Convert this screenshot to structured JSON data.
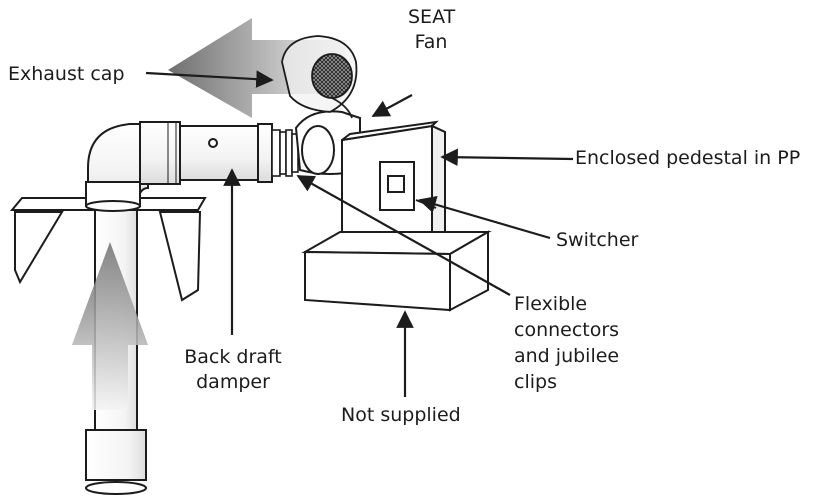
{
  "labels": {
    "exhaust_cap": "Exhaust cap",
    "seat_fan_line1": "SEAT",
    "seat_fan_line2": "Fan",
    "enclosed_pedestal": "Enclosed pedestal in PP",
    "switcher": "Switcher",
    "flexible_line1": "Flexible",
    "flexible_line2": "connectors",
    "flexible_line3": "and jubilee",
    "flexible_line4": "clips",
    "back_draft_line1": "Back draft",
    "back_draft_line2": "damper",
    "not_supplied": "Not supplied"
  },
  "colors": {
    "line": "#1c1c1c",
    "arrow_gradient_dark": "#6f6f6f",
    "arrow_gradient_light": "#f2f2f2",
    "fill_white": "#ffffff"
  }
}
